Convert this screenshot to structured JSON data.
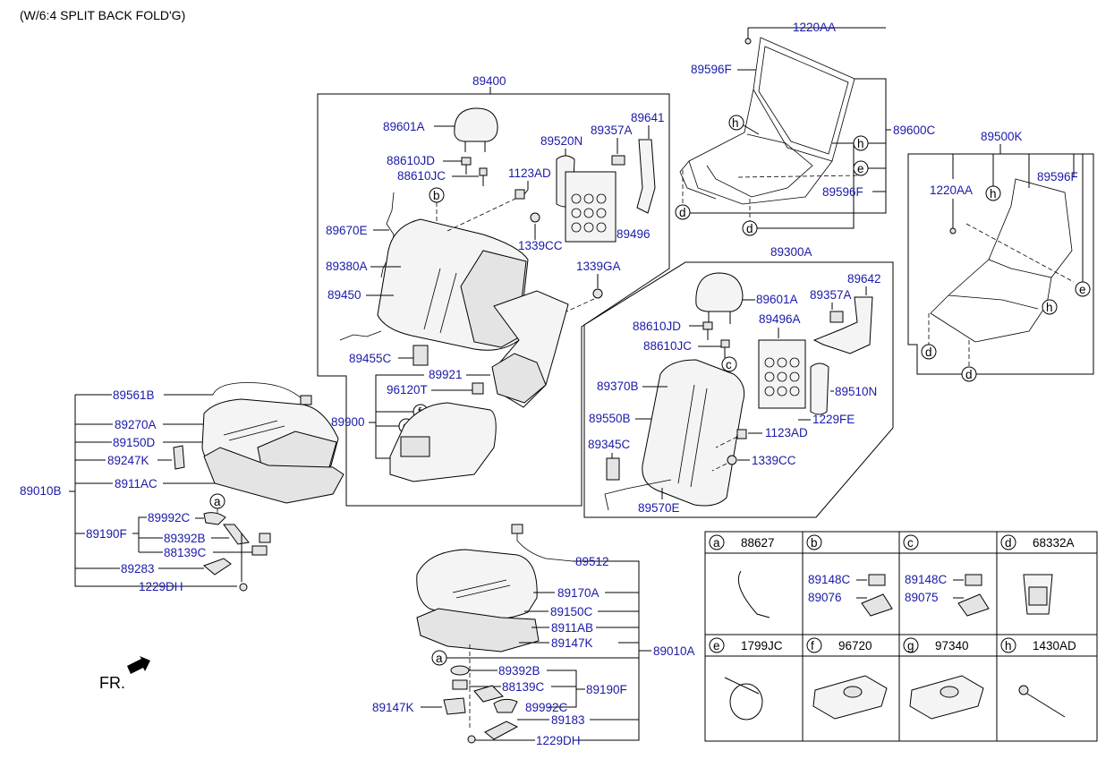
{
  "header": "(W/6:4 SPLIT BACK FOLD'G)",
  "fr_label": "FR.",
  "labels": {
    "l89400": "89400",
    "l89601A_1": "89601A",
    "l88610JD_1": "88610JD",
    "l88610JC_1": "88610JC",
    "l1123AD_1": "1123AD",
    "l89520N": "89520N",
    "l89357A_1": "89357A",
    "l89641": "89641",
    "l89670E": "89670E",
    "l1339CC_1": "1339CC",
    "l89496": "89496",
    "l89380A": "89380A",
    "l1339GA": "1339GA",
    "l89450": "89450",
    "l89455C": "89455C",
    "l89921": "89921",
    "l96120T": "96120T",
    "l89900": "89900",
    "l1220AA_1": "1220AA",
    "l89596F_1": "89596F",
    "l89600C": "89600C",
    "l89596F_2": "89596F",
    "l89500K": "89500K",
    "l1220AA_2": "1220AA",
    "l89596F_3": "89596F",
    "l89300A": "89300A",
    "l89601A_2": "89601A",
    "l89642": "89642",
    "l89357A_2": "89357A",
    "l88610JD_2": "88610JD",
    "l89496A": "89496A",
    "l88610JC_2": "88610JC",
    "l89370B": "89370B",
    "l89510N": "89510N",
    "l89550B": "89550B",
    "l1229FE": "1229FE",
    "l89345C": "89345C",
    "l1123AD_2": "1123AD",
    "l1339CC_2": "1339CC",
    "l89570E": "89570E",
    "l89561B": "89561B",
    "l89270A": "89270A",
    "l89150D": "89150D",
    "l89247K": "89247K",
    "l89010B": "89010B",
    "l8911AC": "8911AC",
    "l89190F_1": "89190F",
    "l89992C_1": "89992C",
    "l89392B_1": "89392B",
    "l88139C_1": "88139C",
    "l89283": "89283",
    "l1229DH_1": "1229DH",
    "l89512": "89512",
    "l89170A": "89170A",
    "l89150C": "89150C",
    "l8911AB": "8911AB",
    "l89147K_1": "89147K",
    "l89010A": "89010A",
    "l89392B_2": "89392B",
    "l88139C_2": "88139C",
    "l89190F_2": "89190F",
    "l89147K_2": "89147K",
    "l89992C_2": "89992C",
    "l89183": "89183",
    "l1229DH_2": "1229DH"
  },
  "callouts": {
    "a": "a",
    "b": "b",
    "c": "c",
    "d": "d",
    "e": "e",
    "f": "f",
    "g": "g",
    "h": "h"
  },
  "legend": [
    {
      "key": "a",
      "part": "88627",
      "sub": []
    },
    {
      "key": "b",
      "part": "",
      "sub": [
        "89148C",
        "89076"
      ]
    },
    {
      "key": "c",
      "part": "",
      "sub": [
        "89148C",
        "89075"
      ]
    },
    {
      "key": "d",
      "part": "68332A",
      "sub": []
    },
    {
      "key": "e",
      "part": "1799JC",
      "sub": []
    },
    {
      "key": "f",
      "part": "96720",
      "sub": []
    },
    {
      "key": "g",
      "part": "97340",
      "sub": []
    },
    {
      "key": "h",
      "part": "1430AD",
      "sub": []
    }
  ],
  "colors": {
    "label": "#1a1aa8",
    "line": "#000000"
  }
}
